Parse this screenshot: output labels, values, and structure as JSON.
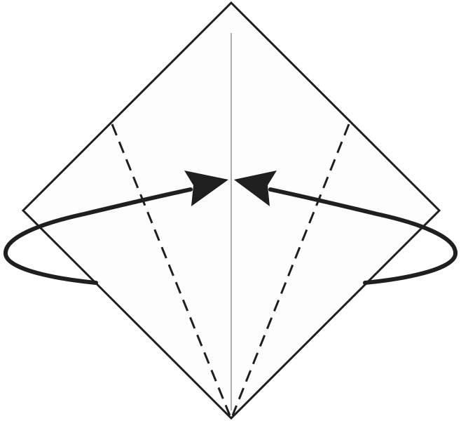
{
  "diagram": {
    "type": "origami-fold-instruction",
    "shape": "square-diamond",
    "colors": {
      "background": "#ffffff",
      "paper": "#fdfdfd",
      "outline": "#1f1f1f",
      "center_crease": "#7a7a7a",
      "fold_line": "#1f1f1f",
      "arrow": "#1f1f1f"
    },
    "center_crease": {
      "style": "thin-solid"
    },
    "fold_lines": [
      {
        "side": "left",
        "style": "valley-fold-dashed"
      },
      {
        "side": "right",
        "style": "valley-fold-dashed"
      }
    ],
    "arrows": [
      {
        "side": "left",
        "direction": "toward-center",
        "kind": "fold-behind-then-front"
      },
      {
        "side": "right",
        "direction": "toward-center",
        "kind": "fold-behind-then-front"
      }
    ]
  }
}
